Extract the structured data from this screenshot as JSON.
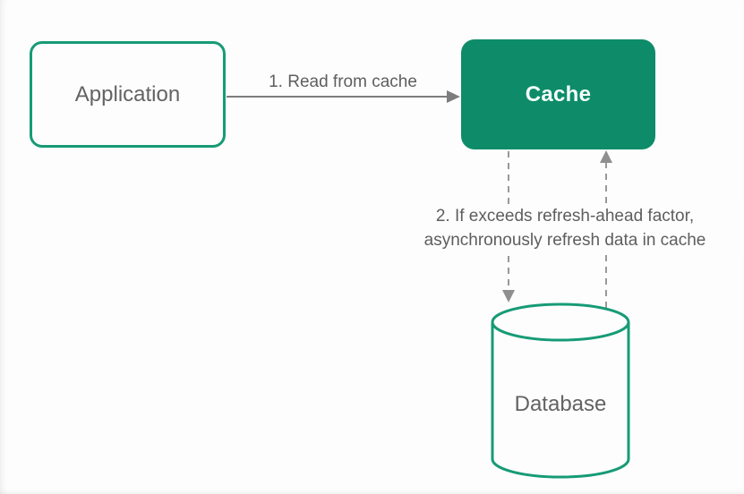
{
  "diagram": {
    "type": "flow-diagram",
    "topic": "refresh-ahead caching pattern",
    "nodes": {
      "application": {
        "label": "Application",
        "shape": "rounded-rect-outline"
      },
      "cache": {
        "label": "Cache",
        "shape": "rounded-rect-filled"
      },
      "database": {
        "label": "Database",
        "shape": "cylinder-outline"
      }
    },
    "edges": {
      "read": {
        "label": "1. Read from cache",
        "from": "application",
        "to": "cache",
        "style": "solid-arrow"
      },
      "refresh": {
        "label_line1": "2. If exceeds refresh-ahead factor,",
        "label_line2": "asynchronously refresh data in cache",
        "between": "cache and database",
        "style": "dashed-arrows-both-directions"
      }
    },
    "colors": {
      "accent_stroke": "#169b76",
      "cache_fill": "#0e8c69",
      "node_text_gray": "#636363",
      "edge_text_gray": "#5e5e5e",
      "solid_arrow_gray": "#7d7d7d",
      "dashed_arrow_gray": "#999999",
      "background": "#fdfdfd"
    }
  }
}
